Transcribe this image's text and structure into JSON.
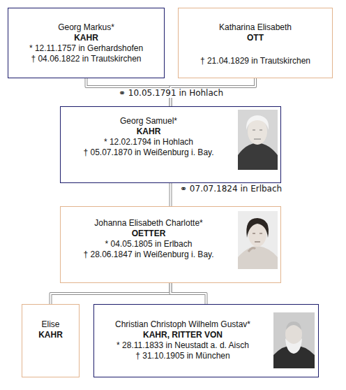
{
  "diagram": {
    "nodes": [
      {
        "text": [
          "Georg Markus*",
          "KAHR",
          "* 12.11.1757 in Gerhardshofen",
          "† 04.06.1822 in Trautskirchen"
        ]
      },
      {
        "text": [
          "Katharina Elisabeth",
          "OTT",
          "† 21.04.1829 in Trautskirchen"
        ]
      },
      {
        "text": [
          "Georg Samuel*",
          "KAHR",
          "* 12.02.1794 in Hohlach",
          "† 05.07.1870 in Weißenburg i. Bay."
        ]
      },
      {
        "text": [
          "Johanna Elisabeth Charlotte*",
          "OETTER",
          "* 04.05.1805 in Erlbach",
          "† 28.06.1847 in Weißenburg i. Bay."
        ]
      },
      {
        "text": [
          "Elise",
          "KAHR"
        ]
      },
      {
        "text": [
          "Christian Christoph Wilhelm Gustav*",
          "KAHR, RITTER VON",
          "* 28.11.1833 in Neustadt a. d. Aisch",
          "† 31.10.1905 in München"
        ]
      }
    ],
    "edges": [
      {
        "from": 0,
        "to": 2,
        "arrow": "none",
        "label": "⚭ 10.05.1791 in Hohlach"
      },
      {
        "from": 1,
        "to": 2,
        "arrow": "none"
      },
      {
        "from": 2,
        "to": 3,
        "arrow": "none",
        "label": "⚭ 07.07.1824 in Erlbach"
      },
      {
        "from": 3,
        "to": 4,
        "arrow": "none"
      },
      {
        "from": 3,
        "to": 5,
        "arrow": "none"
      }
    ]
  }
}
